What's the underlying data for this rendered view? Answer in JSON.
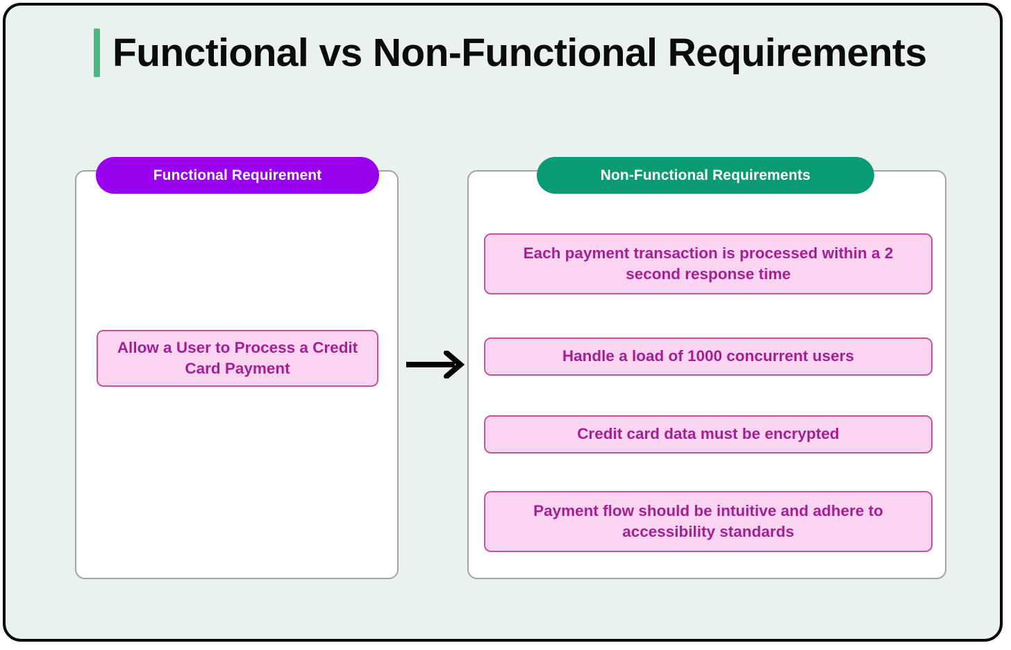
{
  "page": {
    "title": "Functional vs Non-Functional Requirements",
    "background_color": "#e9f2ef",
    "frame_border_color": "#050505",
    "accent_bar_color": "#4cb87e"
  },
  "colors": {
    "functional_pill": "#9900ee",
    "nonfunctional_pill": "#0b9b72",
    "box_fill": "#fad4f0",
    "box_border": "#c4559c",
    "box_text": "#a51f94",
    "panel_border": "#a3a3a3",
    "arrow": "#000000"
  },
  "left_panel": {
    "header_label": "Functional Requirement",
    "items": [
      {
        "text": "Allow a User to Process a Credit Card Payment"
      }
    ]
  },
  "connector": {
    "icon": "arrow-right-icon",
    "direction": "left-to-right"
  },
  "right_panel": {
    "header_label": "Non-Functional Requirements",
    "items": [
      {
        "text": "Each payment transaction is processed within a 2 second response time"
      },
      {
        "text": "Handle a load of 1000 concurrent users"
      },
      {
        "text": "Credit card data must be encrypted"
      },
      {
        "text": "Payment flow should be intuitive and adhere to accessibility standards"
      }
    ]
  }
}
